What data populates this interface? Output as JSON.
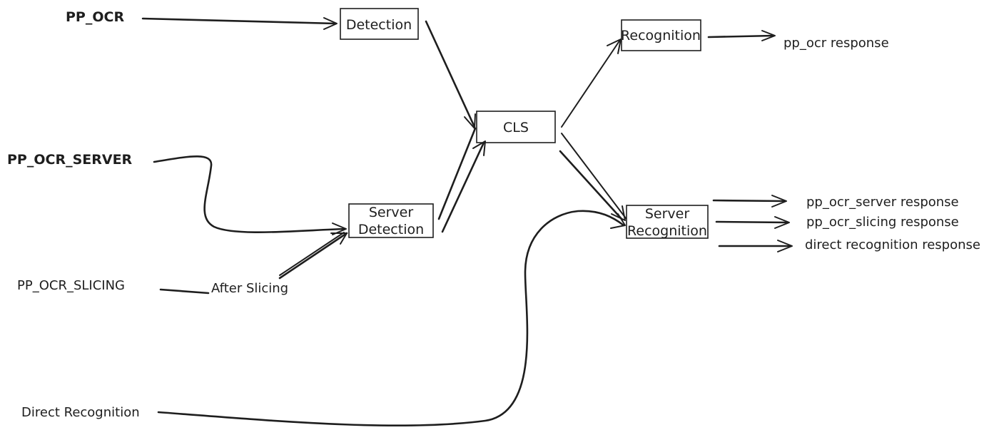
{
  "inputs": {
    "pp_ocr": "PP_OCR",
    "pp_ocr_server": "PP_OCR_SERVER",
    "pp_ocr_slicing": "PP_OCR_SLICING",
    "direct_recognition": "Direct Recognition"
  },
  "intermediate": {
    "after_slicing": "After Slicing"
  },
  "nodes": {
    "detection": "Detection",
    "server_detection": [
      "Server",
      "Detection"
    ],
    "cls": "CLS",
    "recognition": "Recognition",
    "server_recognition": [
      "Server",
      "Recognition"
    ]
  },
  "outputs": {
    "pp_ocr_response": "pp_ocr response",
    "pp_ocr_server_response": "pp_ocr_server response",
    "pp_ocr_slicing_response": "pp_ocr_slicing response",
    "direct_recognition_response": "direct recognition response"
  },
  "colors": {
    "stroke": "#1e1e1e",
    "background": "#ffffff"
  }
}
